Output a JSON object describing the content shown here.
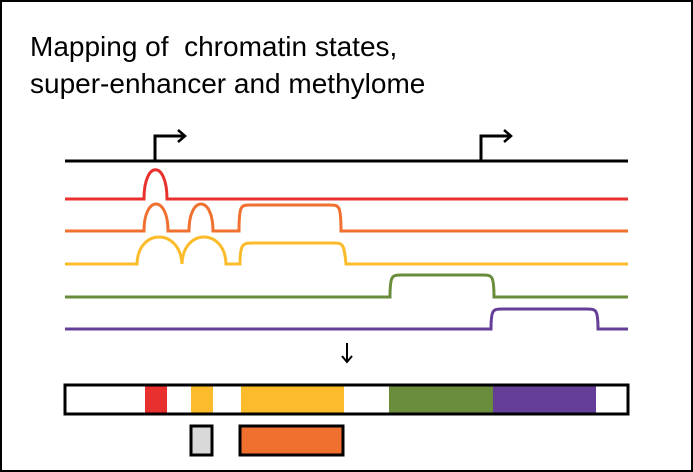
{
  "title": {
    "line1": "Mapping of  chromatin states,",
    "line2": "super-enhancer and methylome"
  },
  "colors": {
    "frame": "#000000",
    "gene_line": "#000000",
    "track_red": "#e8302e",
    "track_orange": "#f07030",
    "track_yellow": "#fbbb2a",
    "track_green": "#6a8d3c",
    "track_purple": "#653f97",
    "methylome_box": "#d9d9d9",
    "superenhancer_box": "#f07030"
  },
  "icons": {
    "tss_arrow": "bent-right-arrow-icon",
    "summary_arrow": "down-arrow-icon"
  },
  "tracks": [
    "red",
    "orange",
    "yellow",
    "green",
    "purple"
  ]
}
